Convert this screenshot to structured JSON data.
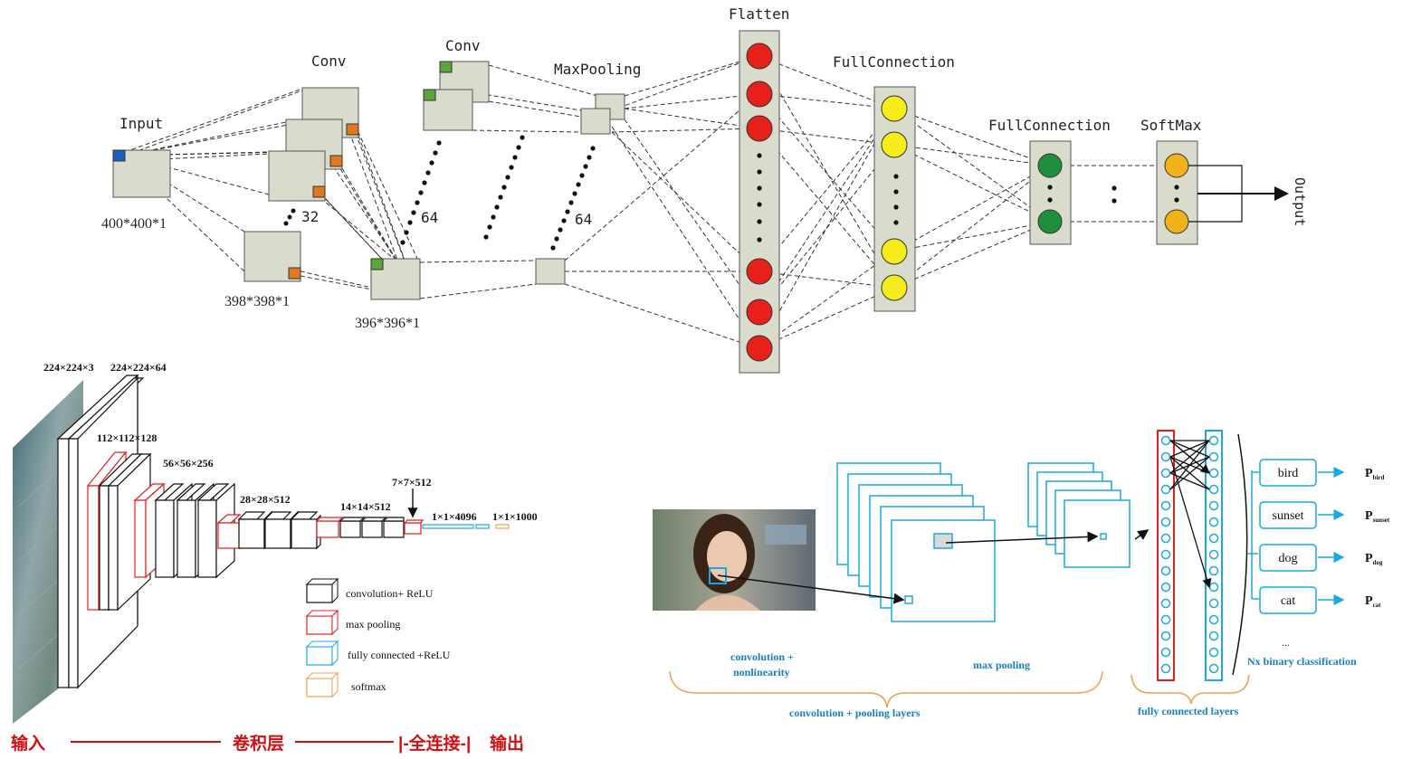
{
  "top": {
    "input": {
      "title": "Input",
      "size": "400*400*1"
    },
    "conv1": {
      "title": "Conv",
      "count": "32",
      "size": "398*398*1"
    },
    "conv2": {
      "title": "Conv",
      "count": "64",
      "size": "396*396*1"
    },
    "pool": {
      "title": "MaxPooling",
      "count": "64"
    },
    "flatten": {
      "title": "Flatten"
    },
    "fc1": {
      "title": "FullConnection"
    },
    "fc2": {
      "title": "FullConnection"
    },
    "softmax": {
      "title": "SoftMax"
    },
    "output": "Output"
  },
  "vgg": {
    "dims": {
      "d1": "224×224×3",
      "d2": "224×224×64",
      "d3": "112×112×128",
      "d4": "56×56×256",
      "d5": "28×28×512",
      "d6": "14×14×512",
      "d7": "7×7×512",
      "d8": "1×1×4096",
      "d9": "1×1×1000"
    },
    "legend": [
      {
        "label": "convolution+ ReLU",
        "color": "#000000"
      },
      {
        "label": "max pooling",
        "color": "#e02020"
      },
      {
        "label": "fully connected +ReLU",
        "color": "#1aa9df"
      },
      {
        "label": "softmax",
        "color": "#f0a050"
      }
    ],
    "bottom": {
      "input": "输入",
      "conv": "卷积层",
      "fc": "|-全连接-|",
      "out": "输出"
    }
  },
  "cnn": {
    "labels": {
      "conv": "convolution +",
      "nonlin": "nonlinearity",
      "maxpool": "max pooling",
      "convpool": "convolution + pooling layers",
      "fcl": "fully connected layers",
      "nx": "Nx binary classification",
      "ellipsis": "..."
    },
    "classes": [
      {
        "name": "bird",
        "p": "P",
        "sub": "bird"
      },
      {
        "name": "sunset",
        "p": "P",
        "sub": "sunset"
      },
      {
        "name": "dog",
        "p": "P",
        "sub": "dog"
      },
      {
        "name": "cat",
        "p": "P",
        "sub": "cat"
      }
    ],
    "colors": {
      "blue": "#1aa9df",
      "red": "#e02020",
      "orange": "#f0a050"
    }
  }
}
